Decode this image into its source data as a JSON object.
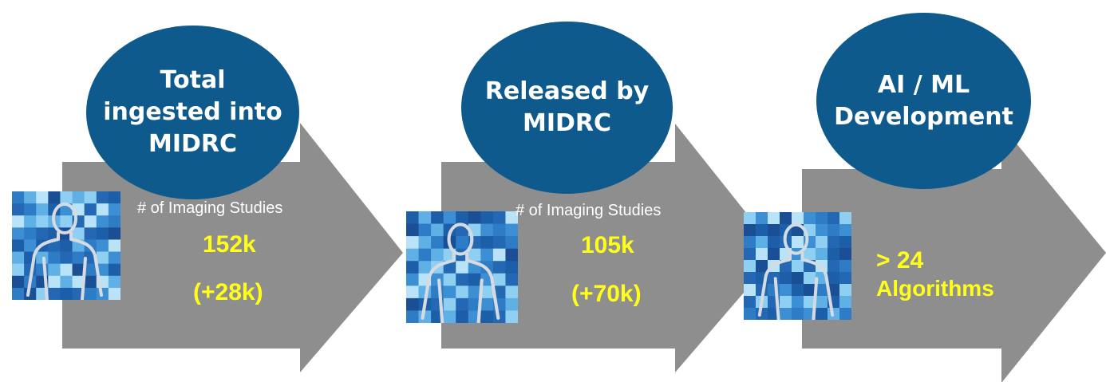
{
  "stages": [
    {
      "title_lines": [
        "Total",
        "ingested into",
        "MIDRC"
      ],
      "subtitle": "# of Imaging Studies",
      "value": "152k",
      "delta": "(+28k)",
      "icon": "patient-silhouette-icon"
    },
    {
      "title_lines": [
        "Released by",
        "MIDRC"
      ],
      "subtitle": "# of Imaging Studies",
      "value": "105k",
      "delta": "(+70k)",
      "icon": "patient-silhouette-icon"
    },
    {
      "title_lines": [
        "AI / ML",
        "Development"
      ],
      "value": "> 24",
      "delta": "Algorithms",
      "icon": "patient-silhouette-icon"
    }
  ],
  "colors": {
    "circle": "#0e5a8c",
    "arrow": "#8e8e8e",
    "highlight": "#ffff1a",
    "tile_dark": "#1c5aa0",
    "tile_light": "#8fd0f2"
  }
}
